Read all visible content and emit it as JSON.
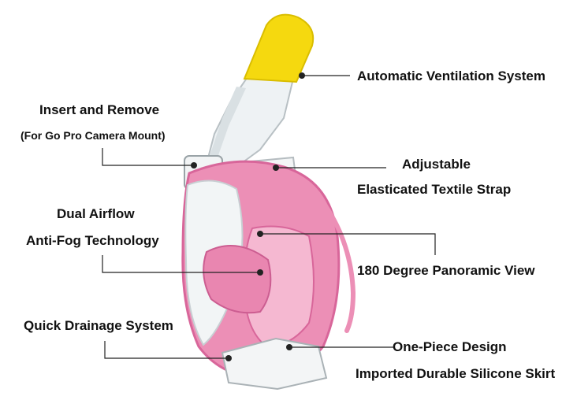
{
  "product": {
    "colors": {
      "snorkel_tip": "#f5d90f",
      "mask_body": "#ec8fb6",
      "mask_dark": "#d8669a",
      "clear_plastic": "#eef2f4",
      "leader_line": "#222222"
    },
    "features": [
      {
        "id": "ventilation",
        "lines": [
          "Automatic Ventilation System"
        ]
      },
      {
        "id": "camera-mount",
        "lines": [
          "Insert and Remove",
          "(For Go Pro Camera Mount)"
        ]
      },
      {
        "id": "strap",
        "lines": [
          "Adjustable",
          "Elasticated Textile Strap"
        ]
      },
      {
        "id": "airflow",
        "lines": [
          "Dual Airflow",
          "Anti-Fog Technology"
        ]
      },
      {
        "id": "panoramic",
        "lines": [
          "180 Degree Panoramic View"
        ]
      },
      {
        "id": "drainage",
        "lines": [
          "Quick Drainage System"
        ]
      },
      {
        "id": "one-piece",
        "lines": [
          "One-Piece Design",
          "Imported Durable Silicone Skirt"
        ]
      }
    ]
  }
}
